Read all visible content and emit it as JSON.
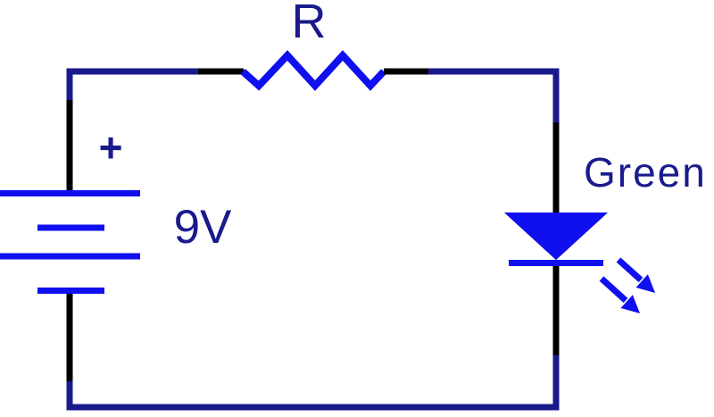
{
  "diagram": {
    "kind": "circuit-schematic",
    "background_color": "#ffffff",
    "colors": {
      "wire_navy": "#1a1a8c",
      "wire_black": "#000000",
      "component_blue": "#0f0fef",
      "label_navy": "#1a1a8c"
    },
    "labels": {
      "resistor": "R",
      "battery_voltage": "9V",
      "battery_polarity": "+",
      "led": "Green"
    },
    "components": {
      "battery": "battery-symbol",
      "resistor": "resistor-zigzag-symbol",
      "led": "led-diode-symbol-with-emission-arrows"
    }
  }
}
